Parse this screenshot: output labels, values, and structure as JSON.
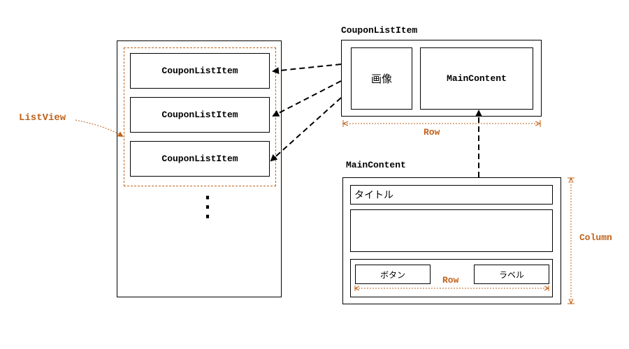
{
  "listview": {
    "label": "ListView",
    "items": [
      "CouponListItem",
      "CouponListItem",
      "CouponListItem"
    ],
    "more": "⋮"
  },
  "coupon_list_item": {
    "title": "CouponListItem",
    "image_label": "画像",
    "main_label": "MainContent",
    "row_label": "Row"
  },
  "main_content": {
    "title": "MainContent",
    "title_row_label": "タイトル",
    "button_label": "ボタン",
    "label_label": "ラベル",
    "row_label": "Row",
    "column_label": "Column"
  },
  "colors": {
    "accent": "#c0621a",
    "line": "#000000"
  }
}
